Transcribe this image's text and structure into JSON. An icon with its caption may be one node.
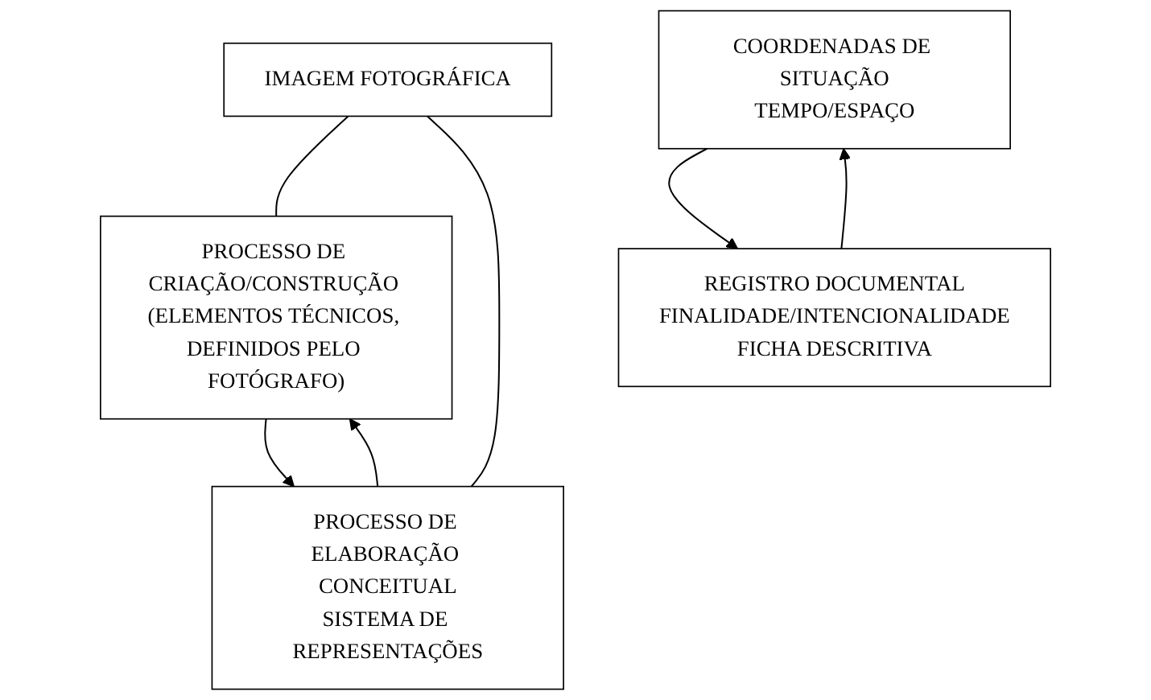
{
  "diagram": {
    "nodes": [
      {
        "text": [
          "IMAGEM FOTOGRÁFICA"
        ]
      },
      {
        "text": [
          "PROCESSO DE CRIAÇÃO/CONSTRUÇÃO (ELEMENTOS TÉCNICOS, DEFINIDOS PELO FOTÓGRAFO)"
        ]
      },
      {
        "text": [
          "PROCESSO DE ELABORAÇÃO CONCEITUAL",
          "SISTEMA DE REPRESENTAÇÕES"
        ]
      },
      {
        "text": [
          "COORDENADAS DE SITUAÇÃO",
          "TEMPO/ESPAÇO"
        ]
      },
      {
        "text": [
          "REGISTRO DOCUMENTAL",
          "FINALIDADE/INTENCIONALIDADE",
          "FICHA DESCRITIVA"
        ]
      }
    ],
    "edges": [
      {
        "from": 0,
        "to": 1,
        "arrow": "none"
      },
      {
        "from": 0,
        "to": 2,
        "arrow": "none"
      },
      {
        "from": 1,
        "to": 2,
        "arrow": "to"
      },
      {
        "from": 2,
        "to": 1,
        "arrow": "to"
      },
      {
        "from": 4,
        "to": 3,
        "arrow": "to"
      },
      {
        "from": 3,
        "to": 4,
        "arrow": "to"
      }
    ]
  }
}
